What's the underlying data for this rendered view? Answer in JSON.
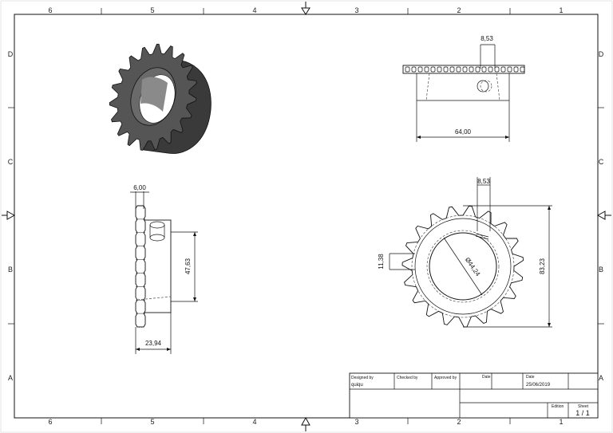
{
  "sheet": {
    "columns_top": [
      "6",
      "5",
      "4",
      "3",
      "2",
      "1"
    ],
    "columns_bottom": [
      "6",
      "5",
      "4",
      "3",
      "2",
      "1"
    ],
    "rows_left": [
      "D",
      "C",
      "B",
      "A"
    ],
    "rows_right": [
      "D",
      "C",
      "B",
      "A"
    ]
  },
  "dimensions": {
    "top_view_width": "8,53",
    "top_view_length": "64,00",
    "side_view_thickness": "6,00",
    "side_view_height": "47,63",
    "side_view_width": "23,94",
    "front_view_tooth": "8,53",
    "front_view_left": "11,38",
    "front_view_diameter": "Ø44,24",
    "front_view_height": "83,23"
  },
  "title_block": {
    "designed_by_label": "Designed by",
    "designed_by_value": "quiqu",
    "checked_by_label": "Checked by",
    "approved_by_label": "Approved by",
    "date_label_1": "Date",
    "date_label_2": "Date",
    "date_value": "25/06/2019",
    "edition_label": "Edition",
    "sheet_label": "Sheet",
    "sheet_value": "1 / 1"
  },
  "colors": {
    "line": "#111111",
    "part_fill": "#4a4a4a",
    "part_dark": "#2a2a2a"
  }
}
